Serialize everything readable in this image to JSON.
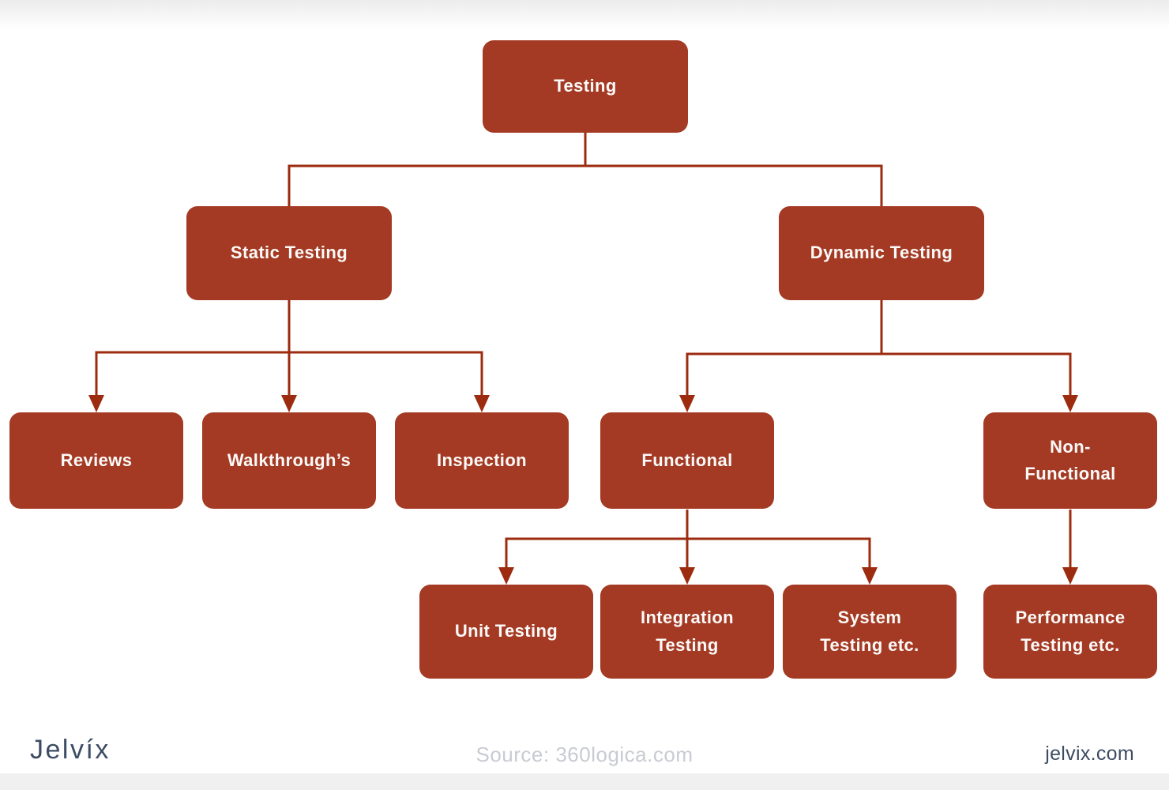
{
  "diagram": {
    "nodes": {
      "testing": {
        "label": "Testing"
      },
      "static_testing": {
        "label": "Static Testing"
      },
      "dynamic_testing": {
        "label": "Dynamic Testing"
      },
      "reviews": {
        "label": "Reviews"
      },
      "walkthroughs": {
        "label": "Walkthrough’s"
      },
      "inspection": {
        "label": "Inspection"
      },
      "functional": {
        "label": "Functional"
      },
      "non_functional": {
        "label": "Non-\nFunctional"
      },
      "unit_testing": {
        "label": "Unit Testing"
      },
      "integration_testing": {
        "label": "Integration\nTesting"
      },
      "system_testing": {
        "label": "System\nTesting etc."
      },
      "performance_testing": {
        "label": "Performance\nTesting etc."
      }
    },
    "edges": [
      [
        "Testing",
        "Static Testing"
      ],
      [
        "Testing",
        "Dynamic Testing"
      ],
      [
        "Static Testing",
        "Reviews"
      ],
      [
        "Static Testing",
        "Walkthrough's"
      ],
      [
        "Static Testing",
        "Inspection"
      ],
      [
        "Dynamic Testing",
        "Functional"
      ],
      [
        "Dynamic Testing",
        "Non-Functional"
      ],
      [
        "Functional",
        "Unit Testing"
      ],
      [
        "Functional",
        "Integration Testing"
      ],
      [
        "Functional",
        "System Testing etc."
      ],
      [
        "Non-Functional",
        "Performance Testing etc."
      ]
    ]
  },
  "footer": {
    "brand_logo": "Jelvíx",
    "source": "Source: 360logica.com",
    "website": "jelvix.com"
  },
  "colors": {
    "node_fill": "#A43A24",
    "connector": "#9C2B0F",
    "node_text": "#FCFAF8",
    "brand_navy": "#3D4C63",
    "source_gray": "#C8CBD1",
    "strip_gray": "#F0F0F1"
  }
}
